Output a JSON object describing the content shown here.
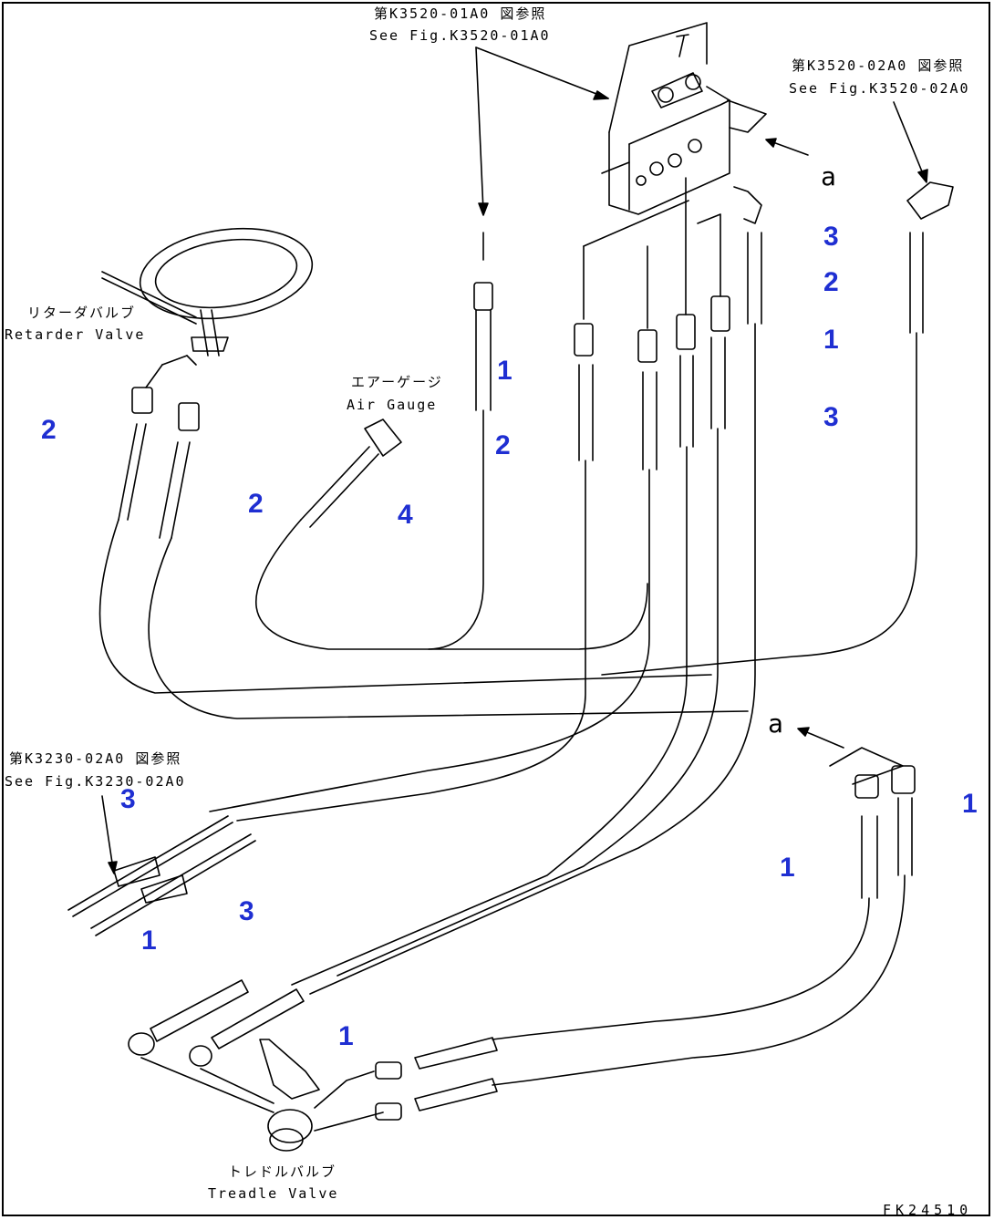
{
  "references": {
    "top": {
      "ja": "第K3520-01A0 図参照",
      "en": "See Fig.K3520-01A0"
    },
    "right": {
      "ja": "第K3520-02A0 図参照",
      "en": "See Fig.K3520-02A0"
    },
    "left": {
      "ja": "第K3230-02A0 図参照",
      "en": "See Fig.K3230-02A0"
    }
  },
  "components": {
    "retarder_valve": {
      "ja": "リターダバルブ",
      "en": "Retarder Valve"
    },
    "air_gauge": {
      "ja": "エアーゲージ",
      "en": "Air Gauge"
    },
    "treadle_valve": {
      "ja": "トレドルバルブ",
      "en": "Treadle Valve"
    }
  },
  "markers": [
    "a",
    "a"
  ],
  "callouts": [
    "3",
    "2",
    "1",
    "1",
    "3",
    "2",
    "2",
    "2",
    "4",
    "3",
    "3",
    "1",
    "1",
    "1",
    "1"
  ],
  "figure_id": "FK24510",
  "colors": {
    "callout": "#1f2fd2",
    "line": "#000000"
  }
}
